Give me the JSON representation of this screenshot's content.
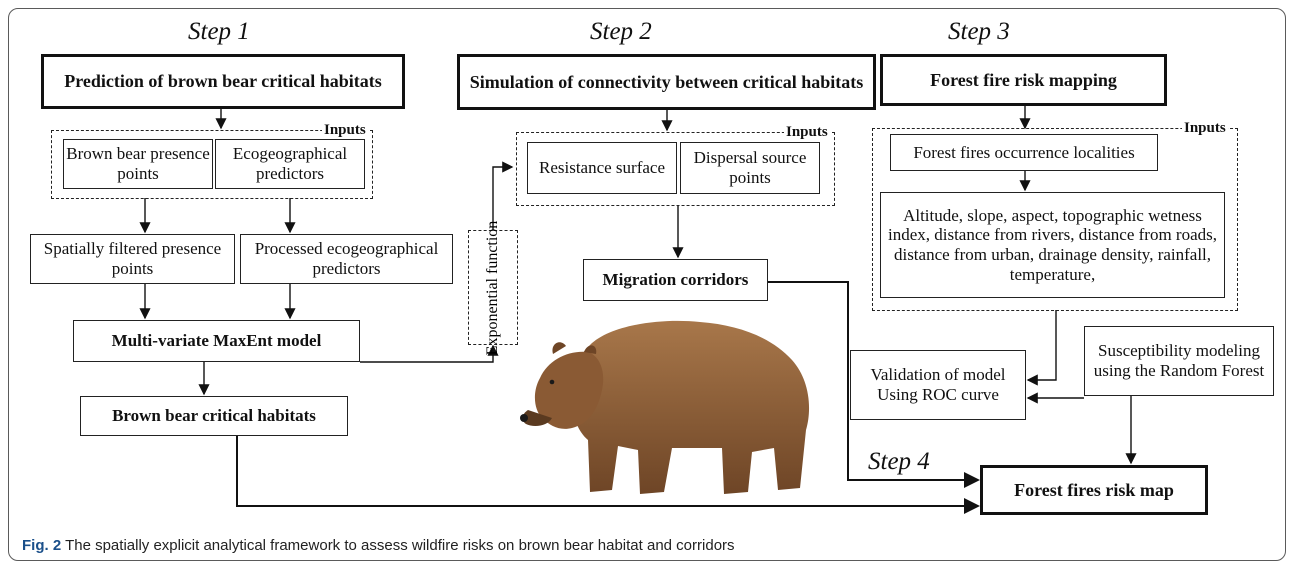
{
  "steps": {
    "s1": "Step 1",
    "s2": "Step 2",
    "s3": "Step 3",
    "s4": "Step 4"
  },
  "inputs_label": "Inputs",
  "col1": {
    "title": "Prediction of brown bear critical habitats",
    "presence": "Brown bear presence points",
    "eco": "Ecogeographical predictors",
    "filtered": "Spatially filtered presence points",
    "processed": "Processed ecogeographical predictors",
    "maxent": "Multi-variate MaxEnt model",
    "habitats": "Brown bear critical habitats"
  },
  "col2": {
    "title": "Simulation of connectivity between critical habitats",
    "resistance": "Resistance surface",
    "dispersal": "Dispersal source points",
    "exponential": "Exponential function",
    "corridors": "Migration corridors"
  },
  "col3": {
    "title": "Forest fire risk mapping",
    "occurrence": "Forest fires occurrence localities",
    "factors": "Altitude, slope, aspect, topographic wetness index, distance from rivers, distance from roads, distance from urban, drainage density, rainfall, temperature,",
    "validation": "Validation of model Using ROC curve",
    "susceptibility": "Susceptibility modeling using the Random Forest",
    "riskmap": "Forest fires risk map"
  },
  "caption": {
    "label": "Fig. 2",
    "text": "The spatially explicit analytical framework to assess wildfire risks on brown bear habitat and corridors"
  },
  "colors": {
    "caption_label": "#1a4f8a",
    "bear_fur": "#8a5a34",
    "bear_shadow": "#5a3a20"
  }
}
